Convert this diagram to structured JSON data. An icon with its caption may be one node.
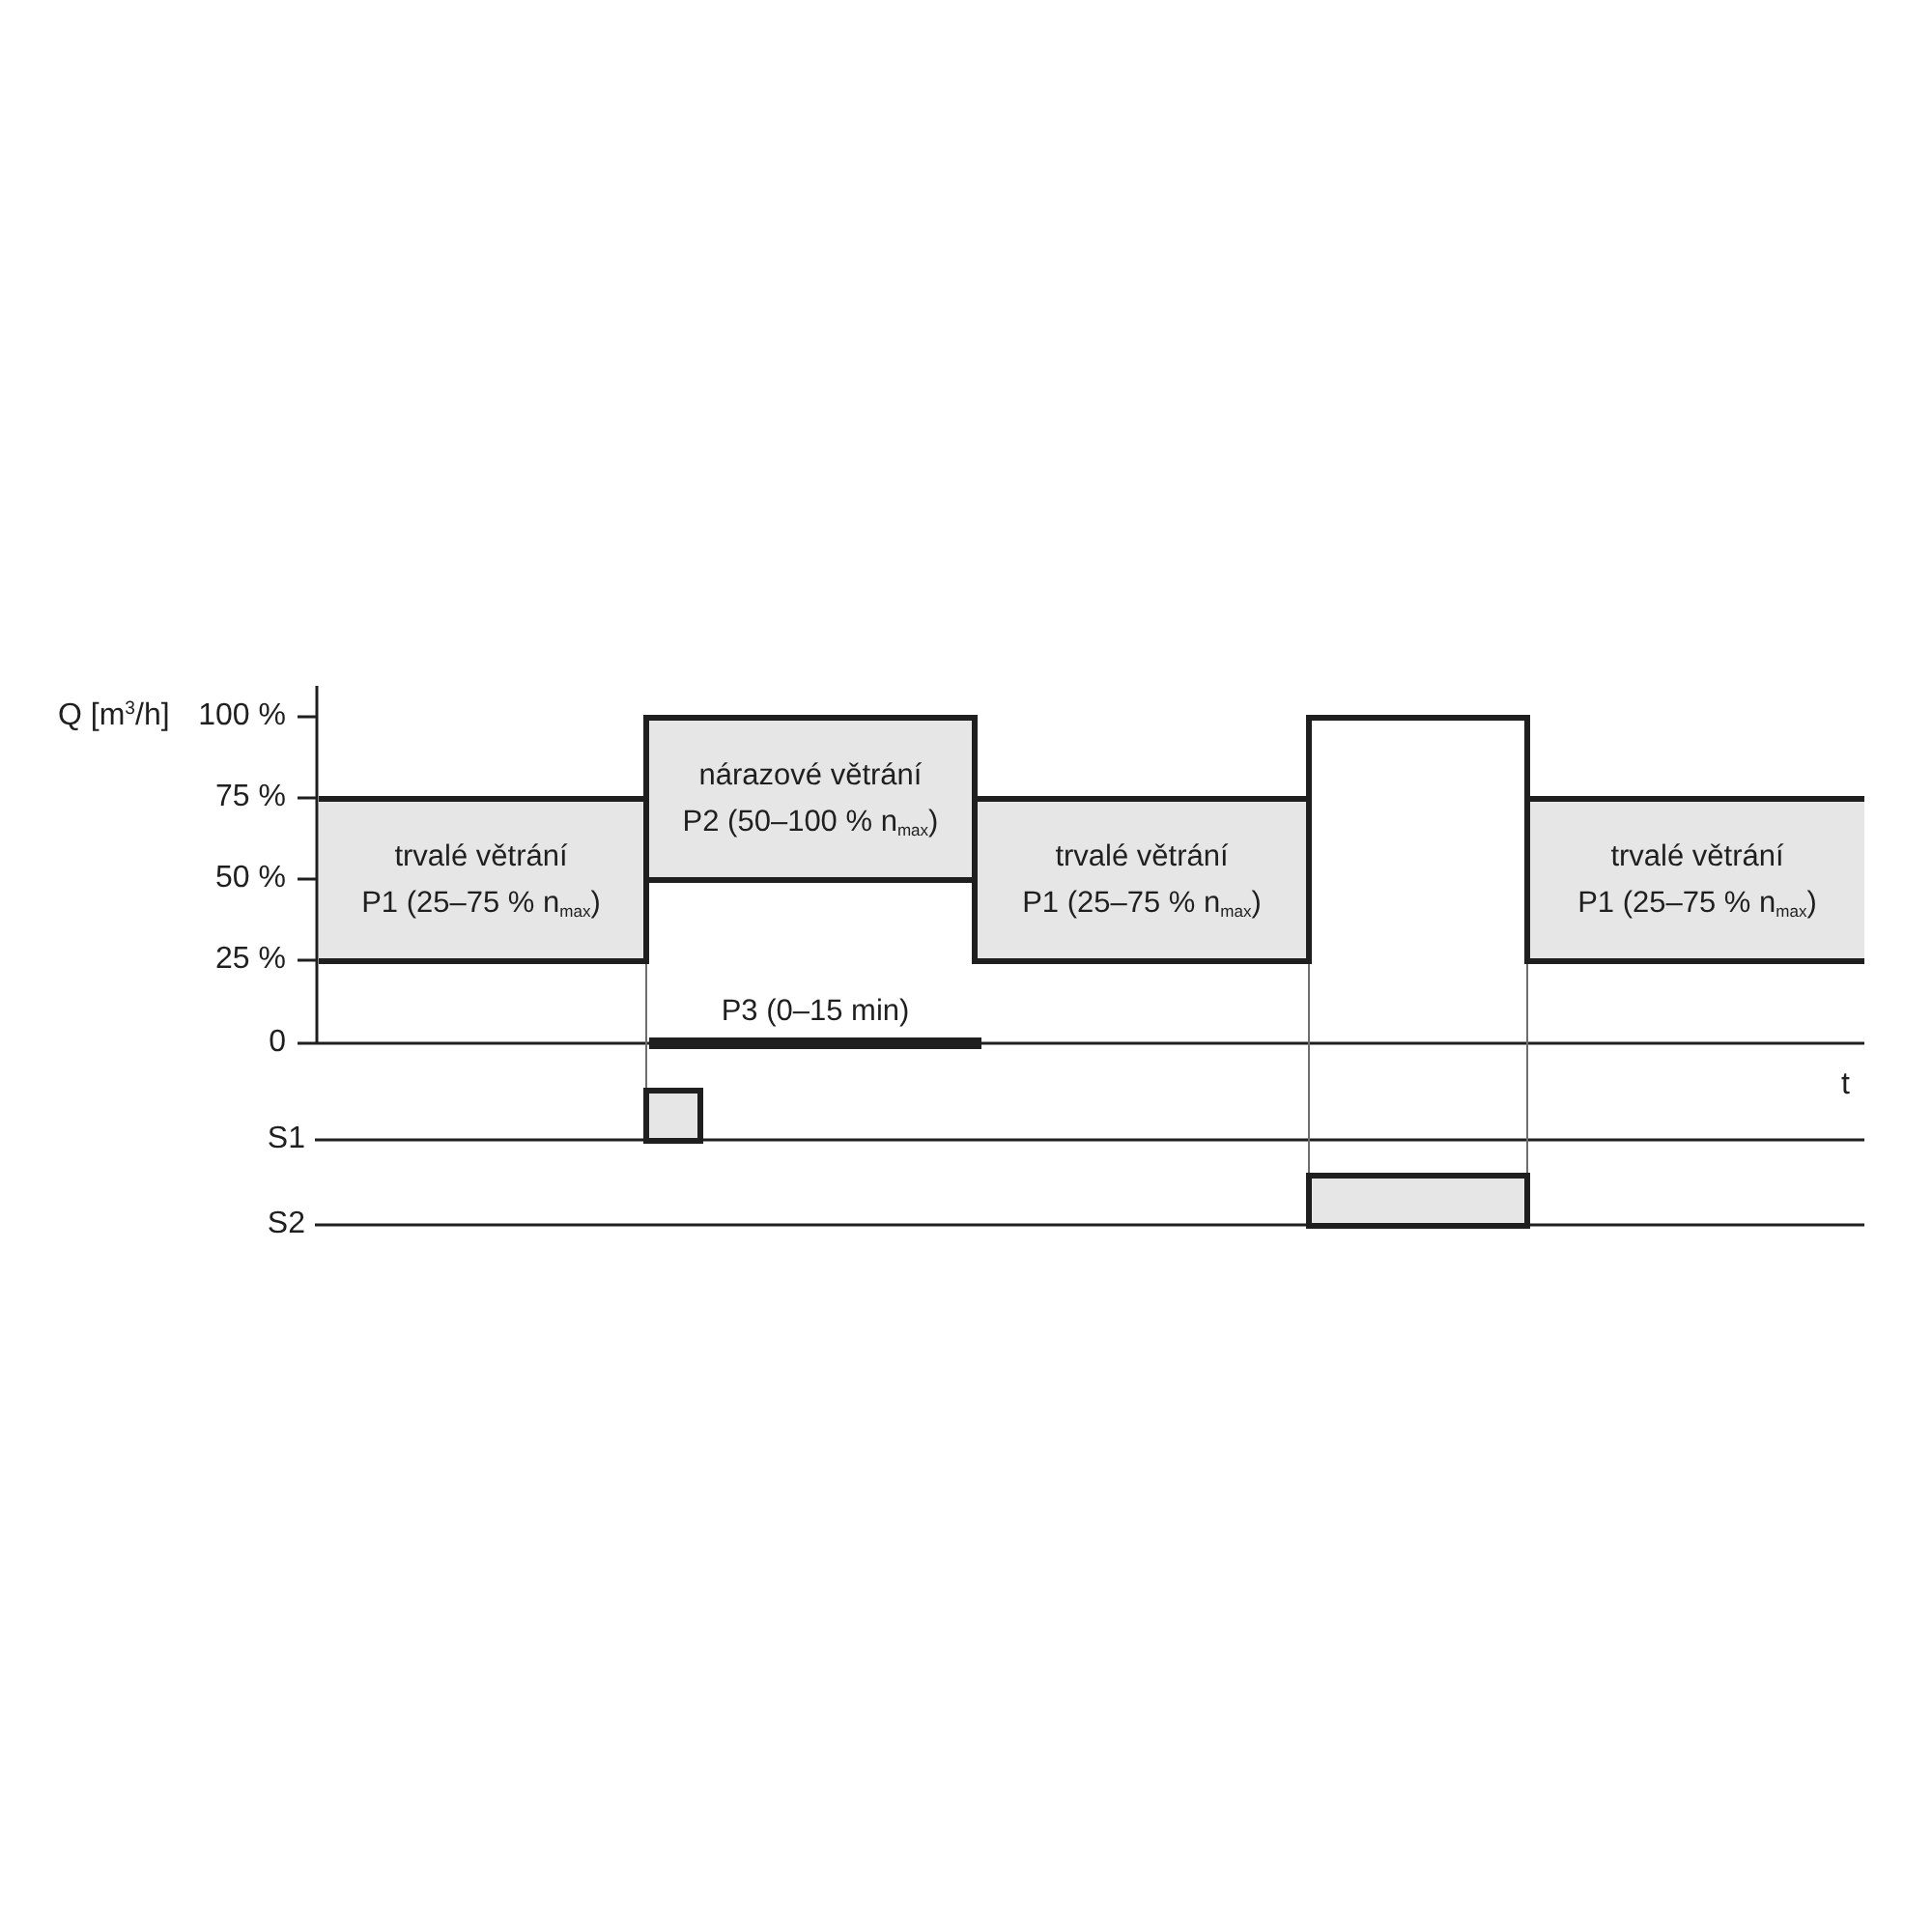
{
  "diagram": {
    "nodes": [
      {
        "text": [
          "trvalé větrání",
          "P1 (25–75 % n$_{max}$)"
        ]
      },
      {
        "text": [
          "nárazové větrání",
          "P2 (50–100 % n$_{max}$)"
        ]
      },
      {
        "text": [
          "trvalé větrání",
          "P1 (25–75 % n$_{max}$)"
        ]
      },
      {
        "text": [],
        "shape": "box"
      },
      {
        "text": [
          "trvalé větrání",
          "P1 (25–75 % n$_{max}$)"
        ]
      },
      {
        "text": [
          "P3 (0–15 min)"
        ]
      },
      {
        "text": [],
        "shape": "box"
      },
      {
        "text": [],
        "shape": "box"
      }
    ],
    "edges": [
      {
        "from": 6,
        "to": 0,
        "arrow": "none"
      },
      {
        "from": 7,
        "to": 3,
        "arrow": "none"
      },
      {
        "from": 7,
        "to": 3,
        "arrow": "none"
      }
    ],
    "labels": [
      "Q [m$^{3}$/h]",
      "100 %",
      "75 %",
      "50 %",
      "25 %",
      "0",
      "t",
      "S1",
      "S2"
    ]
  }
}
